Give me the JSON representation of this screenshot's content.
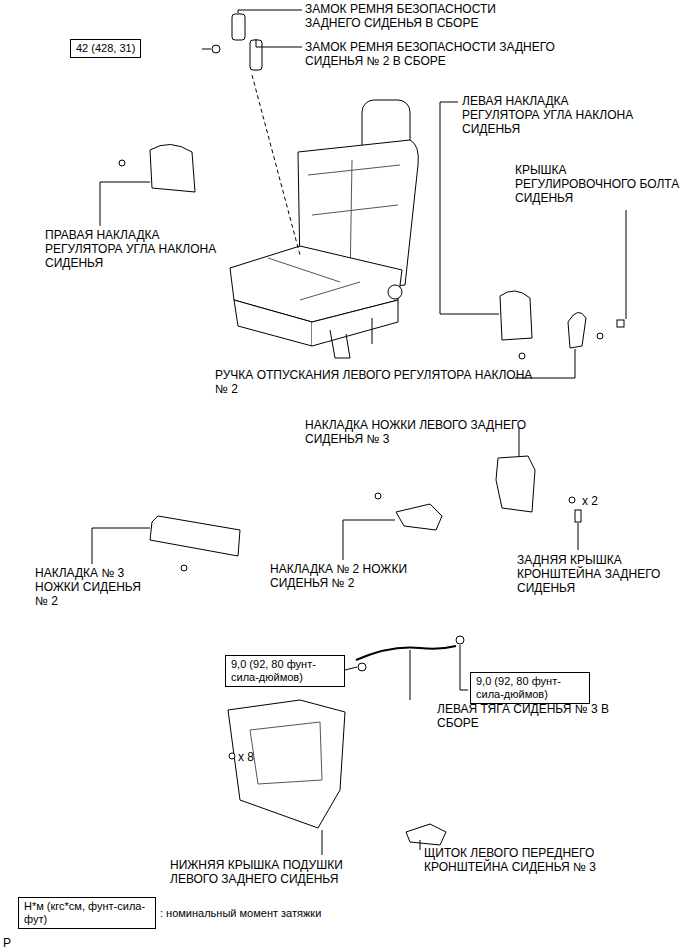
{
  "diagram": {
    "nodes": [
      {
        "text": [
          "42 (428, 31)"
        ]
      },
      {
        "text": [
          "9,0 (92, 80 фунт-сила-дюймов)"
        ]
      },
      {
        "text": [
          "9,0 (92, 80 фунт-сила-дюймов)"
        ]
      },
      {
        "text": [
          "Н*м (кгс*см, фунт-сила-фут)"
        ]
      }
    ],
    "labels": [
      "ЗАМОК РЕМНЯ БЕЗОПАСНОСТИ ЗАДНЕГО СИДЕНЬЯ В СБОРЕ",
      "ЗАМОК РЕМНЯ БЕЗОПАСНОСТИ ЗАДНЕГО СИДЕНЬЯ № 2 В СБОРЕ",
      "ЛЕВАЯ НАКЛАДКА РЕГУЛЯТОРА УГЛА НАКЛОНА СИДЕНЬЯ",
      "КРЫШКА РЕГУЛИРОВОЧНОГО БОЛТА СИДЕНЬЯ",
      "ПРАВАЯ НАКЛАДКА РЕГУЛЯТОРА УГЛА НАКЛОНА СИДЕНЬЯ",
      "РУЧКА ОТПУСКАНИЯ ЛЕВОГО РЕГУЛЯТОРА НАКЛОНА № 2",
      "НАКЛАДКА НОЖКИ ЛЕВОГО ЗАДНЕГО СИДЕНЬЯ № 3",
      "x 2",
      "НАКЛАДКА № 3 НОЖКИ СИДЕНЬЯ № 2",
      "НАКЛАДКА № 2 НОЖКИ СИДЕНЬЯ № 2",
      "ЗАДНЯЯ КРЫШКА КРОНШТЕЙНА ЗАДНЕГО СИДЕНЬЯ",
      "ЛЕВАЯ ТЯГА СИДЕНЬЯ № 3 В СБОРЕ",
      "x 8",
      "НИЖНЯЯ КРЫШКА ПОДУШКИ ЛЕВОГО ЗАДНЕГО СИДЕНЬЯ",
      "ЩИТОК ЛЕВОГО ПЕРЕДНЕГО КРОНШТЕЙНА СИДЕНЬЯ № 3",
      ": номинальный момент затяжки",
      "P"
    ]
  }
}
